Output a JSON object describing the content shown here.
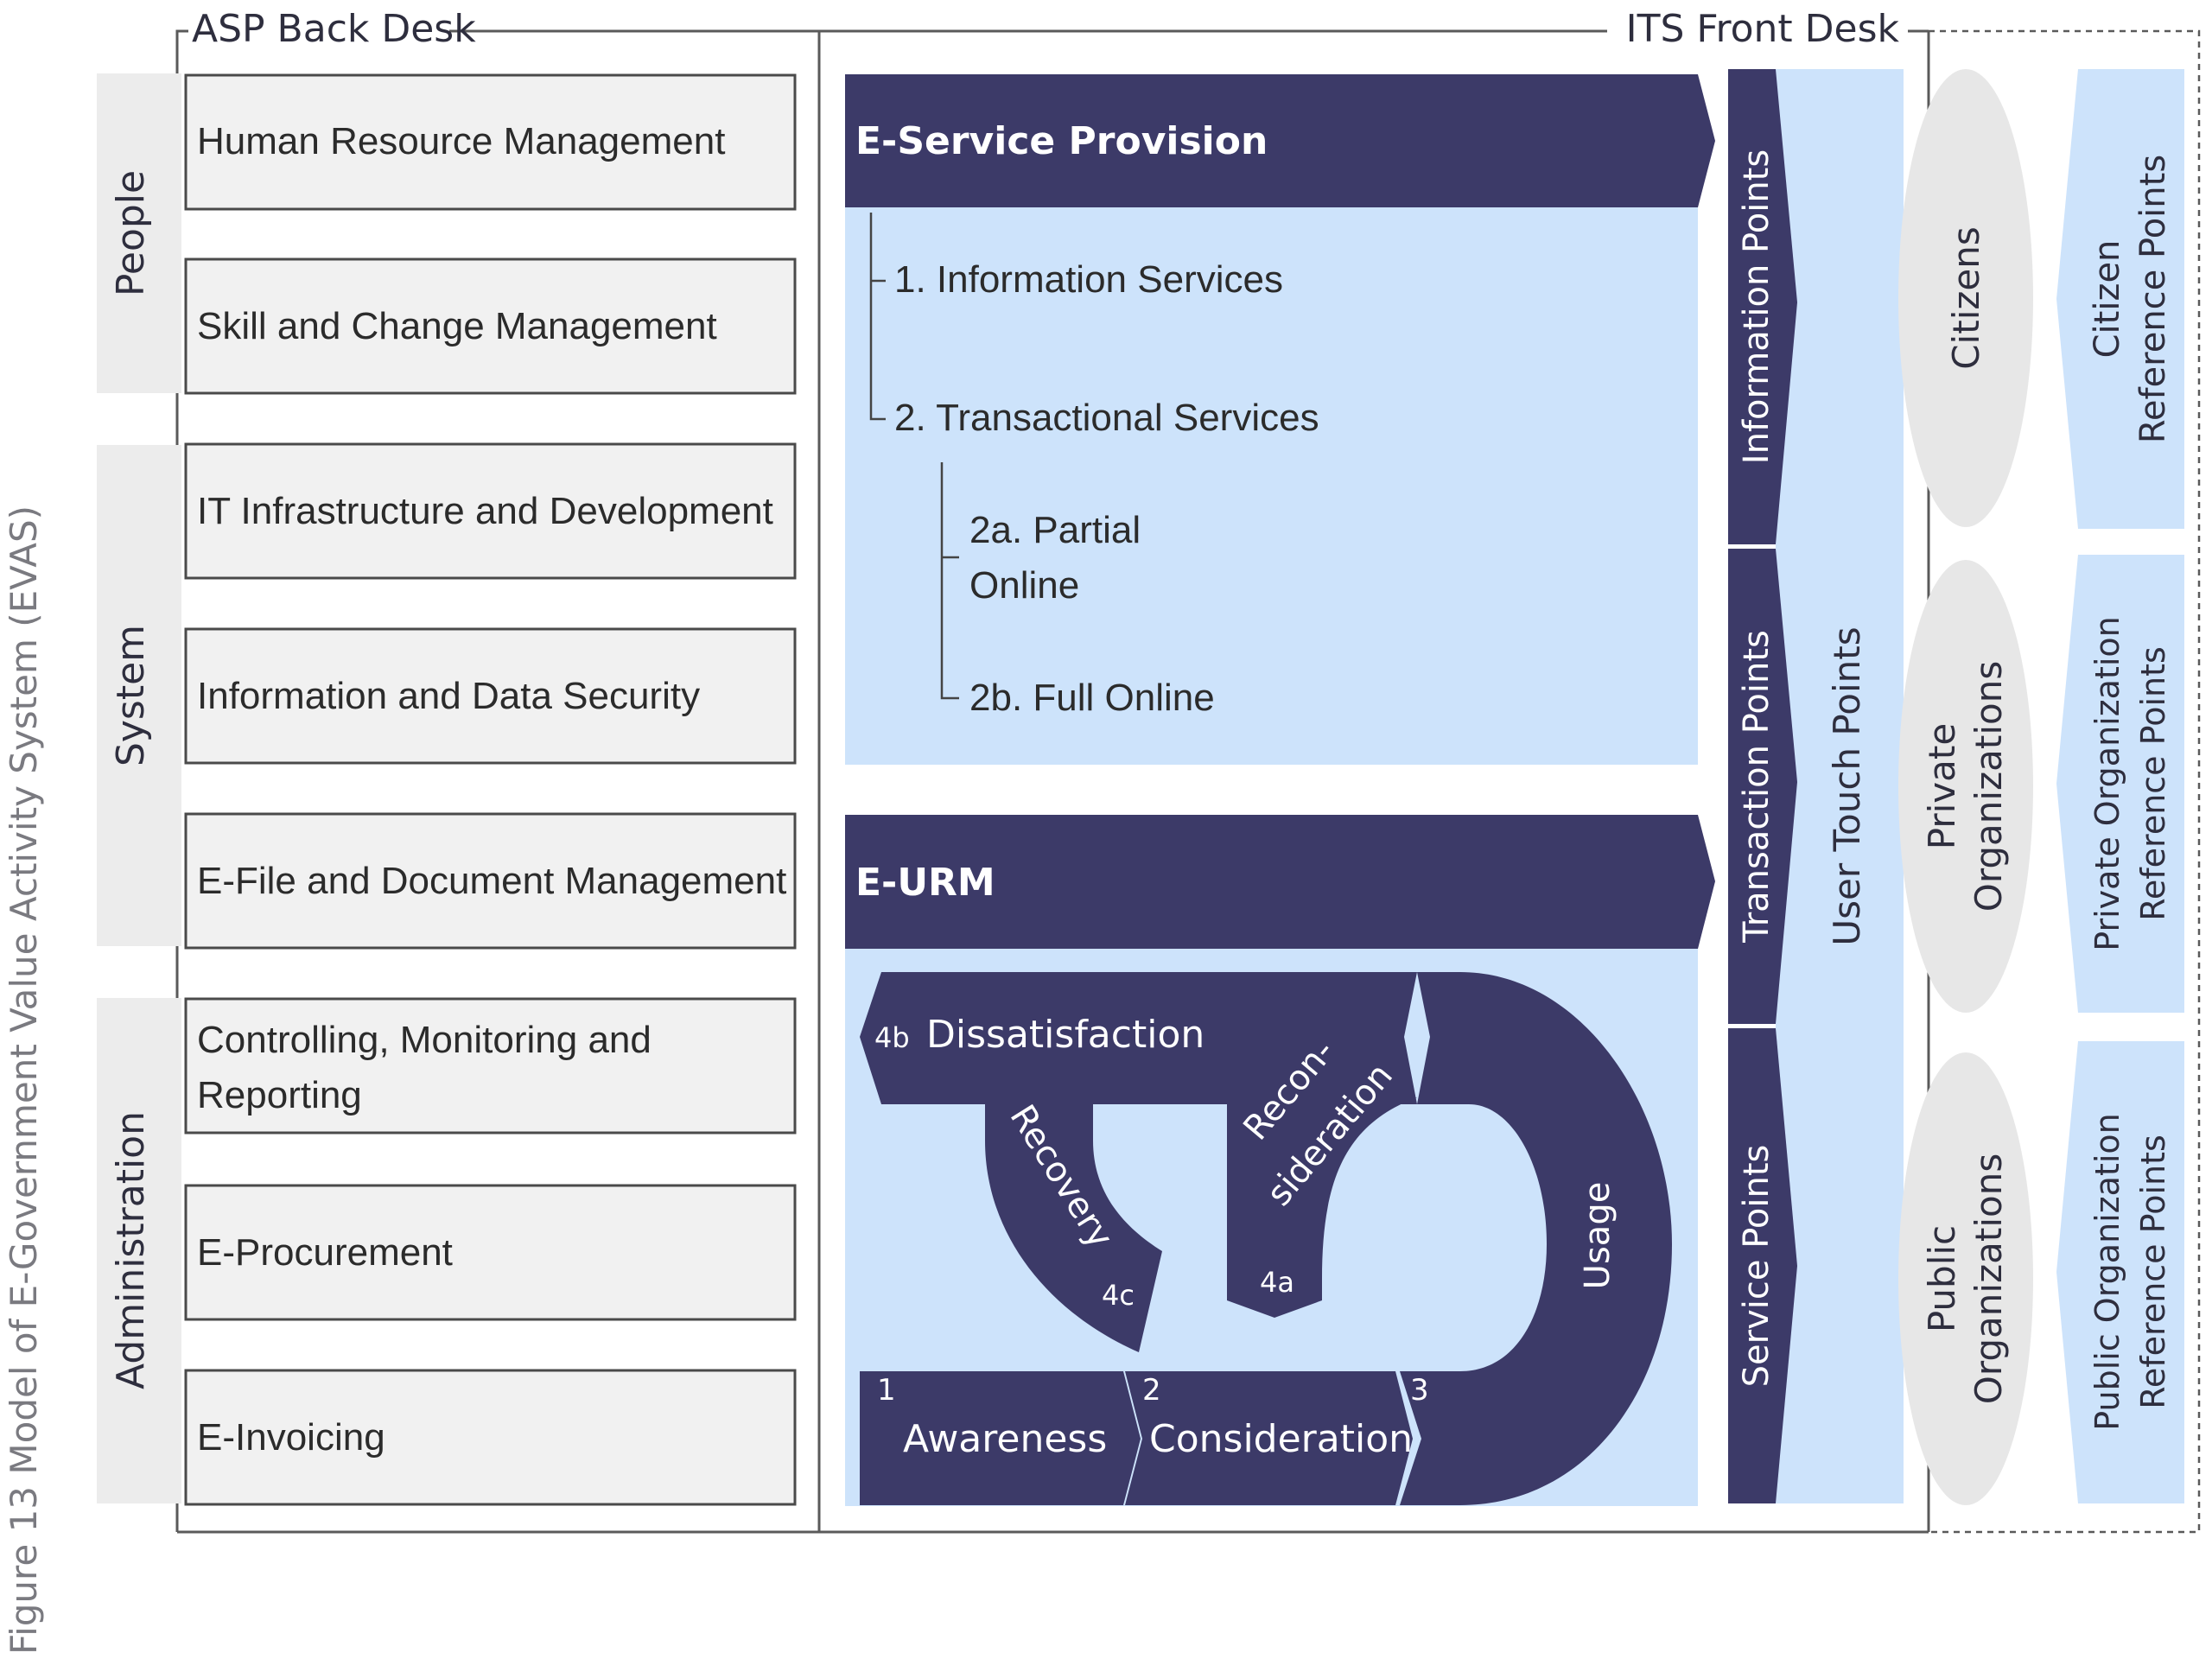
{
  "figure_caption": "Figure 13 Model of E-Government Value Activity System (EVAS)",
  "headers": {
    "back_desk": "ASP Back Desk",
    "front_desk": "ITS Front Desk"
  },
  "groups": {
    "people": "People",
    "system": "System",
    "administration": "Administration"
  },
  "back_desk_boxes": {
    "hrm": "Human Resource Management",
    "skill": "Skill and Change Management",
    "it_infra": "IT Infrastructure and Development",
    "info_security": "Information and Data Security",
    "efile": "E-File and Document Management",
    "controlling_1": "Controlling, Monitoring and",
    "controlling_2": "Reporting",
    "procurement": "E-Procurement",
    "invoicing": "E-Invoicing"
  },
  "eservice": {
    "title": "E-Service Provision",
    "info_services": "1. Information Services",
    "trans_services": "2. Transactional Services",
    "partial_1": "2a. Partial",
    "partial_2": "Online",
    "full_online": "2b. Full Online"
  },
  "eurm": {
    "title": "E-URM",
    "step1_num": "1",
    "step1": "Awareness",
    "step2_num": "2",
    "step2": "Consideration",
    "step3_num": "3",
    "usage": "Usage",
    "recon_1": "Recon-",
    "recon_2": "sideration",
    "step4a": "4a",
    "step4b": "4b",
    "dissatisfaction": "Dissatisfaction",
    "recovery": "Recovery",
    "step4c": "4c"
  },
  "touch_points": {
    "information": "Information Points",
    "transaction": "Transaction Points",
    "service": "Service Points",
    "user": "User Touch Points"
  },
  "stakeholders": {
    "citizens": "Citizens",
    "private_1": "Private",
    "private_2": "Organizations",
    "public_1": "Public",
    "public_2": "Organizations"
  },
  "reference_points": {
    "citizen_1": "Citizen",
    "citizen_2": "Reference Points",
    "private_1": "Private Organization",
    "private_2": "Reference Points",
    "public_1": "Public Organization",
    "public_2": "Reference Points"
  },
  "colors": {
    "navy": "#3c3a68",
    "light_blue": "#cde3fb",
    "grey_box": "#f1f1f1",
    "group_band": "#ececec",
    "ellipse": "#e7e7e7"
  }
}
